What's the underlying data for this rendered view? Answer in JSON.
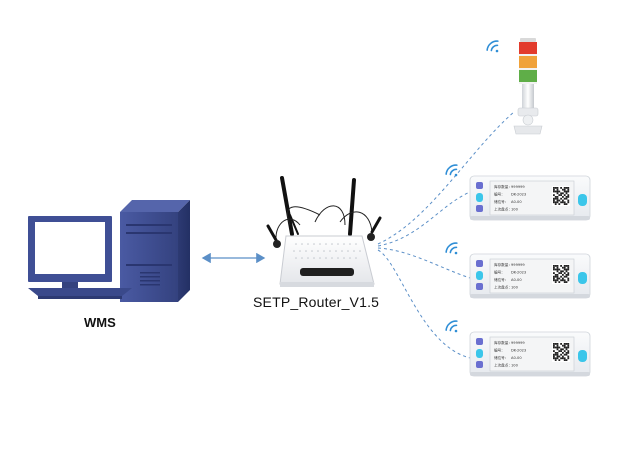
{
  "wms": {
    "label": "WMS"
  },
  "router": {
    "label": "SETP_Router_V1.5"
  },
  "tags": [
    {
      "line1": "库存数量：",
      "value1": "999999",
      "line2": "编号：",
      "value2": "DK-2023",
      "line3": "储位号：",
      "value3": "A0-00",
      "line4": "上次盘点：",
      "value4": "100"
    },
    {
      "line1": "库存数量：",
      "value1": "999999",
      "line2": "编号：",
      "value2": "DK-2023",
      "line3": "储位号：",
      "value3": "A0-00",
      "line4": "上次盘点：",
      "value4": "100"
    },
    {
      "line1": "库存数量：",
      "value1": "999999",
      "line2": "编号：",
      "value2": "DK-2023",
      "line3": "储位号：",
      "value3": "A0-00",
      "line4": "上次盘点：",
      "value4": "100"
    }
  ],
  "colors": {
    "computer_blue": "#3f4f95",
    "monitor_screen": "#ffffff",
    "connection_line": "#5b8fc7",
    "wifi_icon": "#2f8ed6",
    "tag_button": "#3bc6ea",
    "light_red": "#e23b2c",
    "light_orange": "#f0a23a",
    "light_green": "#5fae48"
  }
}
